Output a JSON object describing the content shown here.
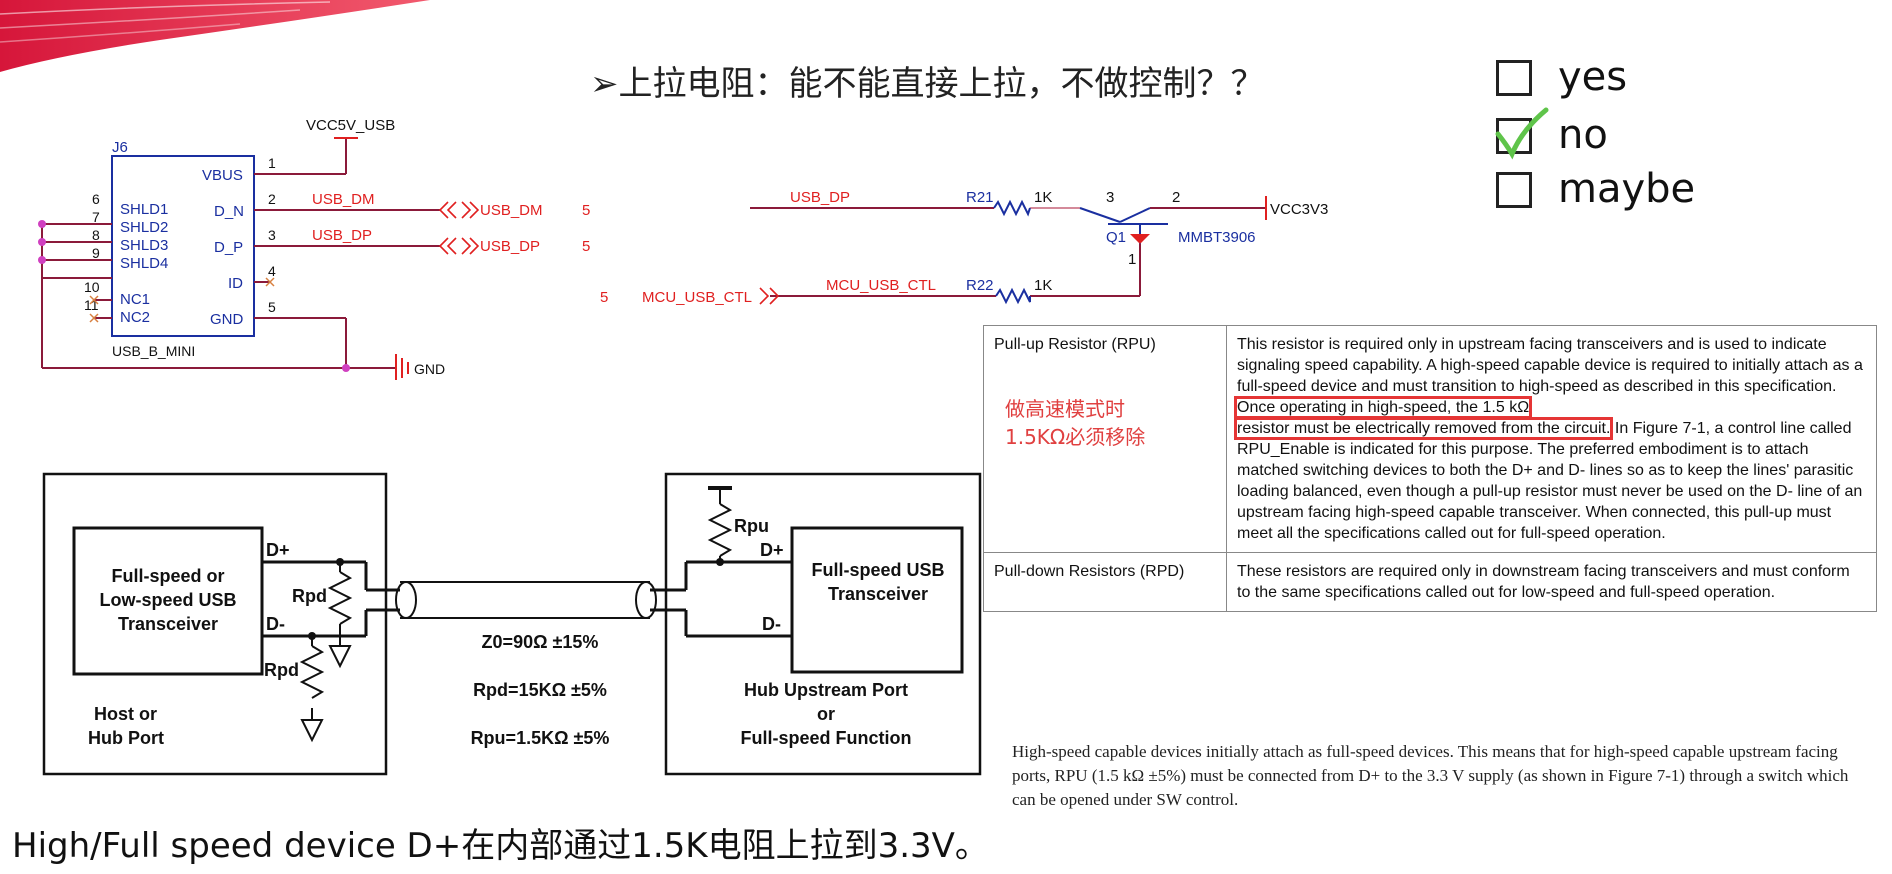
{
  "header": {
    "title": "➢上拉电阻：能不能直接上拉，不做控制？？"
  },
  "poll": {
    "options": [
      {
        "label": "yes",
        "checked": false
      },
      {
        "label": "no",
        "checked": true
      },
      {
        "label": "maybe",
        "checked": false
      }
    ],
    "check_color": "#5fc44a"
  },
  "schematic_connector": {
    "ref": "J6",
    "part": "USB_B_MINI",
    "power_net": "VCC5V_USB",
    "ground_net": "GND",
    "left_pins": [
      {
        "num": "6",
        "name": "SHLD1"
      },
      {
        "num": "7",
        "name": "SHLD2"
      },
      {
        "num": "8",
        "name": "SHLD3"
      },
      {
        "num": "9",
        "name": "SHLD4"
      },
      {
        "num": "10",
        "name": "NC1"
      },
      {
        "num": "11",
        "name": "NC2"
      }
    ],
    "right_pins": [
      {
        "num": "1",
        "name": "VBUS"
      },
      {
        "num": "2",
        "name": "D_N"
      },
      {
        "num": "3",
        "name": "D_P"
      },
      {
        "num": "4",
        "name": "ID"
      },
      {
        "num": "5",
        "name": "GND"
      }
    ],
    "nets": [
      {
        "name": "USB_DM",
        "port": "USB_DM",
        "sheet": "5"
      },
      {
        "name": "USB_DP",
        "port": "USB_DP",
        "sheet": "5"
      }
    ]
  },
  "schematic_pullup": {
    "dp_net": "USB_DP",
    "r1_ref": "R21",
    "r1_val": "1K",
    "r2_ref": "R22",
    "r2_val": "1K",
    "q_ref": "Q1",
    "q_part": "MMBT3906",
    "q_pin_c": "3",
    "q_pin_e": "2",
    "q_pin_b": "1",
    "supply": "VCC3V3",
    "ctl_net": "MCU_USB_CTL",
    "ctl_port": "MCU_USB_CTL",
    "ctl_sheet": "5"
  },
  "usb_diagram": {
    "host_block": "Full-speed or\nLow-speed USB\nTransceiver",
    "host_port": "Host or\nHub Port",
    "dplus": "D+",
    "dminus": "D-",
    "rpd_label": "Rpd",
    "rpu_label": "Rpu",
    "z0": "Z0=90Ω ±15%",
    "rpd_val": "Rpd=15KΩ ±5%",
    "rpu_val": "Rpu=1.5KΩ ±5%",
    "device_block": "Full-speed USB\nTransceiver",
    "device_port": "Hub Upstream Port\nor\nFull-speed Function"
  },
  "spec_table": {
    "rows": [
      {
        "name": "Pull-up Resistor (RPU)",
        "pre": "This resistor is required only in upstream facing transceivers and is used to indicate signaling speed capability.  A high-speed capable device is required to initially attach as a full-speed device and must transition to high-speed as described in this specification. ",
        "hl1": "Once operating in high-speed, the 1.5 kΩ",
        "hl2": "resistor must be electrically removed from the circuit.",
        "post": " In Figure 7-1, a control line called RPU_Enable is indicated for this purpose.  The preferred embodiment is to attach matched switching devices to both the D+ and D- lines so as to keep the lines' parasitic loading balanced, even though a pull-up resistor must never be used on the D- line of an upstream facing high-speed capable transceiver.  When connected, this pull-up must meet all the specifications called out for full-speed operation."
      },
      {
        "name": "Pull-down Resistors (RPD)",
        "text": "These resistors are required only in downstream facing transceivers and must conform to the same specifications called out for low-speed and full-speed operation."
      }
    ],
    "note_cn_1": "做高速模式时",
    "note_cn_2": "1.5KΩ必须移除"
  },
  "spec_paragraph": "High-speed capable devices initially attach as full-speed devices.  This means that for high-speed capable upstream facing ports, RPU (1.5 kΩ ±5%) must be connected from D+ to the 3.3 V supply (as shown in Figure 7-1) through a switch which can be opened under SW control.",
  "footer": {
    "text": "High/Full speed device D+在内部通过1.5K电阻上拉到3.3V。"
  },
  "colors": {
    "net_red": "#e02020",
    "schematic_blue": "#1a2fa0",
    "wire_dark": "#8b1a3a",
    "highlight": "#e53535"
  }
}
